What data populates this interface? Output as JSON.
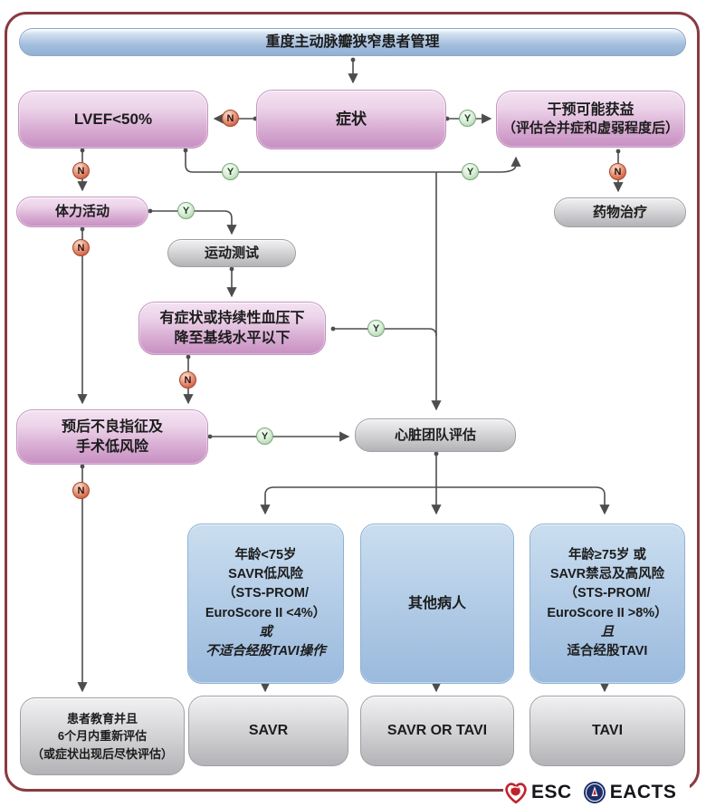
{
  "title": "重度主动脉瓣狭窄患者管理",
  "badges": {
    "yes": "Y",
    "no": "N"
  },
  "nodes": {
    "lvef": {
      "label": "LVEF<50%"
    },
    "symptoms": {
      "label": "症状"
    },
    "intervention": {
      "lines": [
        "干预可能获益",
        "（评估合并症和虚弱程度后）"
      ]
    },
    "physical_activity": {
      "label": "体力活动"
    },
    "medical_therapy": {
      "label": "药物治疗"
    },
    "exercise_test": {
      "label": "运动测试"
    },
    "exercise_symptoms": {
      "lines": [
        "有症状或持续性血压下",
        "降至基线水平以下"
      ]
    },
    "poor_prognosis": {
      "lines": [
        "预后不良指征及",
        "手术低风险"
      ]
    },
    "heart_team": {
      "label": "心脏团队评估"
    },
    "savr_candidate": {
      "lines": [
        "年龄<75岁",
        "SAVR低风险",
        "（STS-PROM/",
        "EuroScore II <4%）",
        "或",
        "不适合经股TAVI操作"
      ]
    },
    "other_patients": {
      "label": "其他病人"
    },
    "tavi_candidate": {
      "lines": [
        "年龄≥75岁 或",
        "SAVR禁忌及高风险",
        "（STS-PROM/",
        "EuroScore II >8%）",
        "且",
        "适合经股TAVI"
      ]
    },
    "patient_education": {
      "lines": [
        "患者教育并且",
        "6个月内重新评估",
        "（或症状出现后尽快评估）"
      ]
    },
    "savr": {
      "label": "SAVR"
    },
    "savr_or_tavi": {
      "label": "SAVR OR TAVI"
    },
    "tavi": {
      "label": "TAVI"
    }
  },
  "footer": {
    "esc": "ESC",
    "eacts": "EACTS"
  },
  "colors": {
    "frame_maroon": "#8a3a40",
    "banner_blue": "#9ab6d8",
    "node_pink": "#c98fc3",
    "node_blue": "#a5c1e0",
    "node_gray": "#b5b5b9",
    "badge_yes_green": "#a9cfa7",
    "badge_no_red": "#c95f42",
    "connector_line": "#4d4d4d"
  }
}
